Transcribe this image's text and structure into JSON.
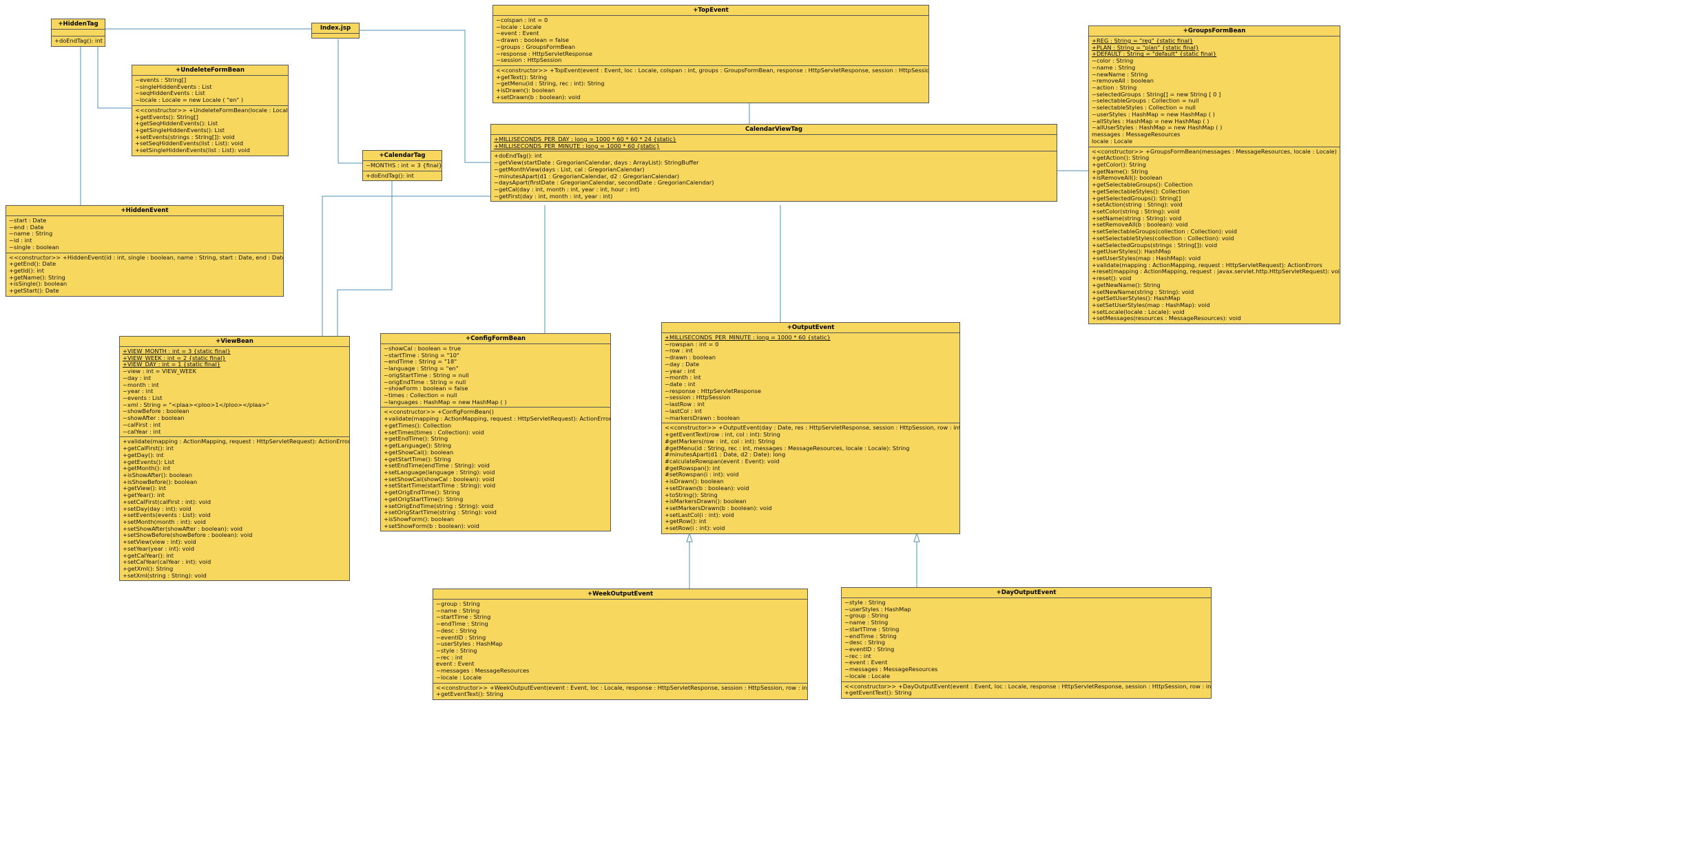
{
  "colors": {
    "class_fill": "#f7d75e",
    "class_border": "#555555",
    "link": "#4e90b5"
  },
  "classes": [
    {
      "id": "hiddentag",
      "title": "+HiddenTag",
      "attributes": [],
      "operations": [
        "+doEndTag(): int"
      ]
    },
    {
      "id": "indexjsp",
      "title": "Index.jsp",
      "attributes": [],
      "operations": []
    },
    {
      "id": "topevent",
      "title": "+TopEvent",
      "attributes": [
        "~colspan : int = 0",
        "~locale : Locale",
        "~event : Event",
        "~drawn : boolean = false",
        "~groups : GroupsFormBean",
        "~response : HttpServletResponse",
        "~session : HttpSession"
      ],
      "operations": [
        "<<constructor>> +TopEvent(event : Event, loc : Locale, colspan : int, groups : GroupsFormBean, response : HttpServletResponse, session : HttpSession)",
        "+getText(): String",
        "~getMenu(id : String, rec : int): String",
        "+isDrawn(): boolean",
        "+setDrawn(b : boolean): void"
      ]
    },
    {
      "id": "groupsformbean",
      "title": "+GroupsFormBean",
      "attributes": [
        "+REG : String = \"reg\" {static final}",
        "+PLAN : String = \"plan\" {static final}",
        "+DEFAULT : String = \"default\" {static final}",
        "~color : String",
        "~name : String",
        "~newName : String",
        "~removeAll : boolean",
        "~action : String",
        "~selectedGroups : String[] = new String [ 0 ]",
        "~selectableGroups : Collection = null",
        "~selectableStyles : Collection = null",
        "~userStyles : HashMap = new HashMap ( )",
        "~allStyles : HashMap = new HashMap ( )",
        "~allUserStyles : HashMap = new HashMap ( )",
        "messages : MessageResources",
        "locale : Locale"
      ],
      "operations": [
        "<<constructor>> +GroupsFormBean(messages : MessageResources, locale : Locale)",
        "+getAction(): String",
        "+getColor(): String",
        "+getName(): String",
        "+isRemoveAll(): boolean",
        "+getSelectableGroups(): Collection",
        "+getSelectableStyles(): Collection",
        "+getSelectedGroups(): String[]",
        "+setAction(string : String): void",
        "+setColor(string : String): void",
        "+setName(string : String): void",
        "+setRemoveAll(b : boolean): void",
        "+setSelectableGroups(collection : Collection): void",
        "+setSelectableStyles(collection : Collection): void",
        "+setSelectedGroups(strings : String[]): void",
        "+getUserStyles(): HashMap",
        "+setUserStyles(map : HashMap): void",
        "+validate(mapping : ActionMapping, request : HttpServletRequest): ActionErrors",
        "+reset(mapping : ActionMapping, request : javax.servlet.http.HttpServletRequest): void",
        "+reset(): void",
        "+getNewName(): String",
        "+setNewName(string : String): void",
        "+getSetUserStyles(): HashMap",
        "+setSetUserStyles(map : HashMap): void",
        "+setLocale(locale : Locale): void",
        "+setMessages(resources : MessageResources): void"
      ]
    },
    {
      "id": "undeleteformbean",
      "title": "+UndeleteFormBean",
      "attributes": [
        "~events : String[]",
        "~singleHiddenEvents : List",
        "~seqHiddenEvents : List",
        "~locale : Locale = new Locale ( \"en\" )"
      ],
      "operations": [
        "<<constructor>> +UndeleteFormBean(locale : Locale)",
        "+getEvents(): String[]",
        "+getSeqHiddenEvents(): List",
        "+getSingleHiddenEvents(): List",
        "+setEvents(strings : String[]): void",
        "+setSeqHiddenEvents(list : List): void",
        "+setSingleHiddenEvents(list : List): void"
      ]
    },
    {
      "id": "calendartag",
      "title": "+CalendarTag",
      "attributes": [
        "~MONTHS : int = 3 {final}"
      ],
      "operations": [
        "+doEndTag(): int"
      ]
    },
    {
      "id": "calendarviewtag",
      "title": "CalendarViewTag",
      "attributes": [
        "+MILLISECONDS_PER_DAY : long = 1000 * 60 * 60 * 24 {static}",
        "+MILLISECONDS_PER_MINUTE : long = 1000 * 60 {static}"
      ],
      "operations": [
        "+doEndTag(): int",
        "~getView(startDate : GregorianCalendar, days : ArrayList): StringBuffer",
        "~getMonthView(days : List, cal : GregorianCalendar)",
        "~minutesApart(d1 : GregorianCalendar, d2 : GregorianCalendar)",
        "~daysApart(firstDate : GregorianCalendar, secondDate : GregorianCalendar)",
        "~getCal(day : int, month : int, year : int, hour : int)",
        "~getFirst(day : int, month : int, year : int)"
      ]
    },
    {
      "id": "hiddenevent",
      "title": "+HiddenEvent",
      "attributes": [
        "~start : Date",
        "~end : Date",
        "~name : String",
        "~id : int",
        "~single : boolean"
      ],
      "operations": [
        "<<constructor>> +HiddenEvent(id : int, single : boolean, name : String, start : Date, end : Date)",
        "+getEnd(): Date",
        "+getId(): int",
        "+getName(): String",
        "+isSingle(): boolean",
        "+getStart(): Date"
      ]
    },
    {
      "id": "viewbean",
      "title": "+ViewBean",
      "attributes": [
        "+VIEW_MONTH : int = 3 {static final}",
        "+VIEW_WEEK : int = 2 {static final}",
        "+VIEW_DAY : int = 1 {static final}",
        "~view : int = VIEW_WEEK",
        "~day : int",
        "~month : int",
        "~year : int",
        "~events : List",
        "~xml : String = \"<plaa><ploo>1</ploo></plaa>\"",
        "~showBefore : boolean",
        "~showAfter : boolean",
        "~calFirst : int",
        "~calYear : int"
      ],
      "operations": [
        "+validate(mapping : ActionMapping, request : HttpServletRequest): ActionErrors",
        "+getCalFirst(): int",
        "+getDay(): int",
        "+getEvents(): List",
        "+getMonth(): int",
        "+isShowAfter(): boolean",
        "+isShowBefore(): boolean",
        "+getView(): int",
        "+getYear(): int",
        "+setCalFirst(calFirst : int): void",
        "+setDay(day : int): void",
        "+setEvents(events : List): void",
        "+setMonth(month : int): void",
        "+setShowAfter(showAfter : boolean): void",
        "+setShowBefore(showBefore : boolean): void",
        "+setView(view : int): void",
        "+setYear(year : int): void",
        "+getCalYear(): int",
        "+setCalYear(calYear : int): void",
        "+getXml(): String",
        "+setXml(string : String): void"
      ]
    },
    {
      "id": "configformbean",
      "title": "+ConfigFormBean",
      "attributes": [
        "~showCal : boolean = true",
        "~startTime : String = \"10\"",
        "~endTime : String = \"18\"",
        "~language : String = \"en\"",
        "~origStartTime : String = null",
        "~origEndTime : String = null",
        "~showForm : boolean = false",
        "~times : Collection = null",
        "~languages : HashMap = new HashMap ( )"
      ],
      "operations": [
        "<<constructor>> +ConfigFormBean()",
        "+validate(mapping : ActionMapping, request : HttpServletRequest): ActionErrors",
        "+getTimes(): Collection",
        "+setTimes(times : Collection): void",
        "+getEndTime(): String",
        "+getLanguage(): String",
        "+getShowCal(): boolean",
        "+getStartTime(): String",
        "+setEndTime(endTime : String): void",
        "+setLanguage(language : String): void",
        "+setShowCal(showCal : boolean): void",
        "+setStartTime(startTime : String): void",
        "+getOrigEndTime(): String",
        "+getOrigStartTime(): String",
        "+setOrigEndTime(string : String): void",
        "+setOrigStartTime(string : String): void",
        "+isShowForm(): boolean",
        "+setShowForm(b : boolean): void"
      ]
    },
    {
      "id": "outputevent",
      "title": "+OutputEvent",
      "attributes": [
        "+MILLISECONDS_PER_MINUTE : long = 1000 * 60 {static}",
        "~rowspan : int = 0",
        "~row : int",
        "~drawn : boolean",
        "~day : Date",
        "~year : int",
        "~month : int",
        "~date : int",
        "~response : HttpServletResponse",
        "~session : HttpSession",
        "~lastRow : int",
        "~lastCol : int",
        "~markersDrawn : boolean"
      ],
      "operations": [
        "<<constructor>> +OutputEvent(day : Date, res : HttpServletResponse, session : HttpSession, row : int)",
        "+getEventText(row : int, col : int): String",
        "#getMarkers(row : int, col : int): String",
        "#getMenu(id : String, rec : int, messages : MessageResources, locale : Locale): String",
        "#minutesApart(d1 : Date, d2 : Date): long",
        "#calculateRowspan(event : Event): void",
        "#getRowspan(): int",
        "#setRowspan(i : int): void",
        "+isDrawn(): boolean",
        "+setDrawn(b : boolean): void",
        "+toString(): String",
        "+isMarkersDrawn(): boolean",
        "+setMarkersDrawn(b : boolean): void",
        "+setLastCol(i : int): void",
        "+getRow(): int",
        "+setRow(i : int): void"
      ]
    },
    {
      "id": "weekoutputevent",
      "title": "+WeekOutputEvent",
      "attributes": [
        "~group : String",
        "~name : String",
        "~startTime : String",
        "~endTime : String",
        "~desc : String",
        "~eventID : String",
        "~userStyles : HashMap",
        "~style : String",
        "~rec : int",
        "event : Event",
        "~messages : MessageResources",
        "~locale : Locale"
      ],
      "operations": [
        "<<constructor>> +WeekOutputEvent(event : Event, loc : Locale, response : HttpServletResponse, session : HttpSession, row : int)",
        "+getEventText(): String"
      ]
    },
    {
      "id": "dayoutputevent",
      "title": "+DayOutputEvent",
      "attributes": [
        "~style : String",
        "~userStyles : HashMap",
        "~group : String",
        "~name : String",
        "~startTime : String",
        "~endTime : String",
        "~desc : String",
        "~eventID : String",
        "~rec : int",
        "~event : Event",
        "~messages : MessageResources",
        "~locale : Locale"
      ],
      "operations": [
        "<<constructor>> +DayOutputEvent(event : Event, loc : Locale, response : HttpServletResponse, session : HttpSession, row : int)",
        "+getEventText(): String"
      ]
    }
  ]
}
